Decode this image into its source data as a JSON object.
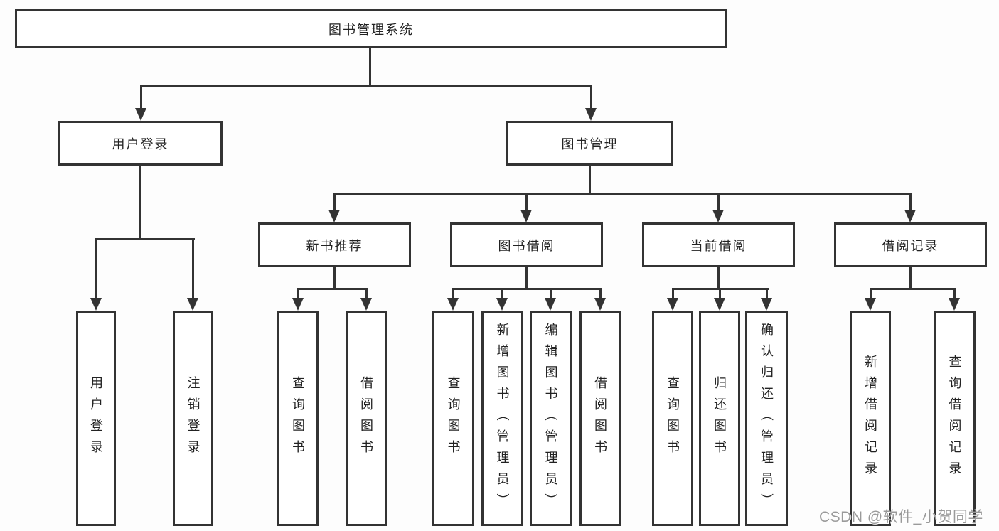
{
  "diagram": {
    "root": "图书管理系统",
    "level2": {
      "user_login": "用户登录",
      "book_management": "图书管理"
    },
    "level3": {
      "new_book_recommend": "新书推荐",
      "book_borrow": "图书借阅",
      "current_borrow": "当前借阅",
      "borrow_records": "借阅记录"
    },
    "leaves": {
      "ul_login": "用户登录",
      "ul_logout": "注销登录",
      "nb_query": "查询图书",
      "nb_borrow": "借阅图书",
      "bb_query": "查询图书",
      "bb_add": "新增图书（管理员）",
      "bb_edit": "编辑图书（管理员）",
      "bb_borrow": "借阅图书",
      "cb_query": "查询图书",
      "cb_return": "归还图书",
      "cb_confirm": "确认归还（管理员）",
      "br_add": "新增借阅记录",
      "br_query": "查询借阅记录"
    },
    "watermark": "CSDN @软件_小贺同学",
    "colors": {
      "line": "#333333",
      "text": "#222222",
      "watermark": "#9a9a9a",
      "background": "#fdfdfd"
    }
  }
}
